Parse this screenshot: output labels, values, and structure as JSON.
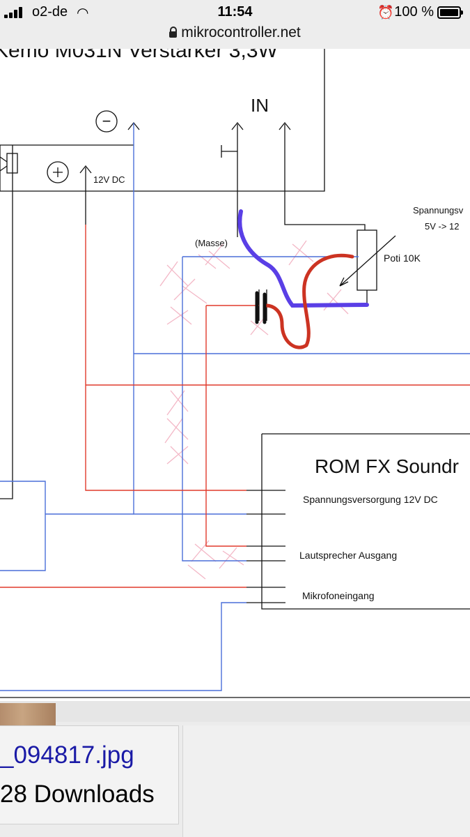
{
  "status_bar": {
    "carrier": "o2-de",
    "time": "11:54",
    "battery_percent": "100 %",
    "url": "mikrocontroller.net"
  },
  "schematic": {
    "header_text": "Kemo M031N Verstärker 3,3W",
    "minus_symbol": "−",
    "plus_symbol": "+",
    "in_label": "IN",
    "dc_label": "12V DC",
    "masse_label": "(Masse)",
    "poti_label": "Poti 10K",
    "supply_label_1": "Spannungsv",
    "supply_label_2": "5V -> 12",
    "module_title": "ROM FX Soundr",
    "pin_supply": "Spannungsversorgung 12V DC",
    "pin_speaker": "Lautsprecher Ausgang",
    "pin_mic": "Mikrofoneingang",
    "colors": {
      "red": "#e03a2c",
      "blue": "#4a6fd8",
      "purple": "#5a3fe6",
      "marker_red": "#cc3322",
      "pink": "#f3b7c6"
    }
  },
  "attachment": {
    "filename": "_094817.jpg",
    "downloads": "28 Downloads"
  }
}
